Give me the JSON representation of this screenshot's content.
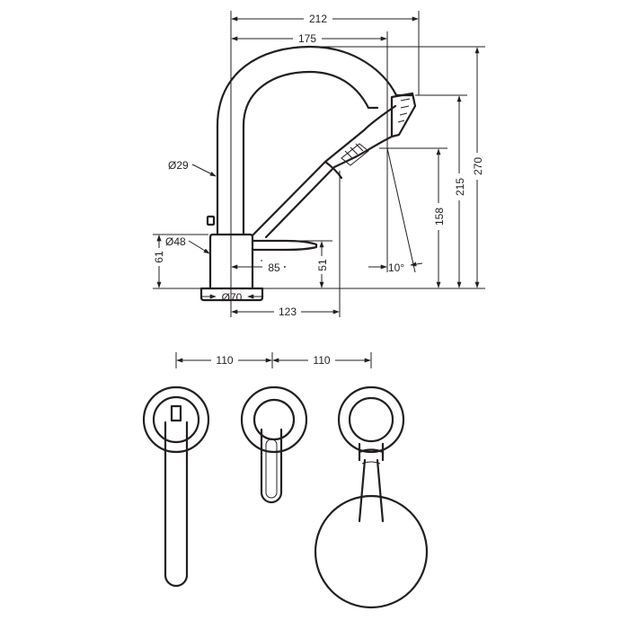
{
  "drawing": {
    "dimensions": {
      "width_overall": "212",
      "width_spout": "175",
      "height_overall": "270",
      "height_handshower": "215",
      "height_outlet": "158",
      "angle": "10°",
      "pipe_diameter": "Ø29",
      "lever_diameter": "Ø48",
      "base_diameter": "Ø70",
      "height_base": "61",
      "height_lever": "51",
      "lever_length": "85",
      "reach": "123",
      "spacing_left": "110",
      "spacing_right": "110"
    },
    "colors": {
      "line": "#231f20",
      "background": "#ffffff"
    }
  }
}
